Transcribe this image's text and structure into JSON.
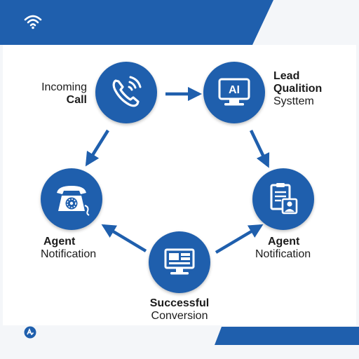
{
  "colors": {
    "primary": "#1f5fad",
    "primary_dark": "#174f93",
    "panel": "#ffffff",
    "background": "#f4f6f9",
    "text": "#1b1b1b"
  },
  "nodes": {
    "incoming_call": {
      "line1": "Incoming",
      "line2": "Call",
      "icon": "phone-ringing-icon"
    },
    "lead_qualification": {
      "line1": "Lead",
      "line2": "Qualition",
      "line3": "Systtem",
      "icon": "ai-monitor-icon",
      "badge": "AI"
    },
    "agent_notification_right": {
      "line1": "Agent",
      "line2": "Notification",
      "icon": "document-user-icon"
    },
    "successful_conversion": {
      "line1": "Successful",
      "line2": "Conversion",
      "icon": "desktop-computer-icon"
    },
    "agent_notification_left": {
      "line1": "Agent",
      "line2": "Notification",
      "icon": "rotary-phone-icon"
    }
  },
  "header": {
    "icon": "wifi-icon"
  },
  "footer": {
    "icon": "logo-icon"
  }
}
